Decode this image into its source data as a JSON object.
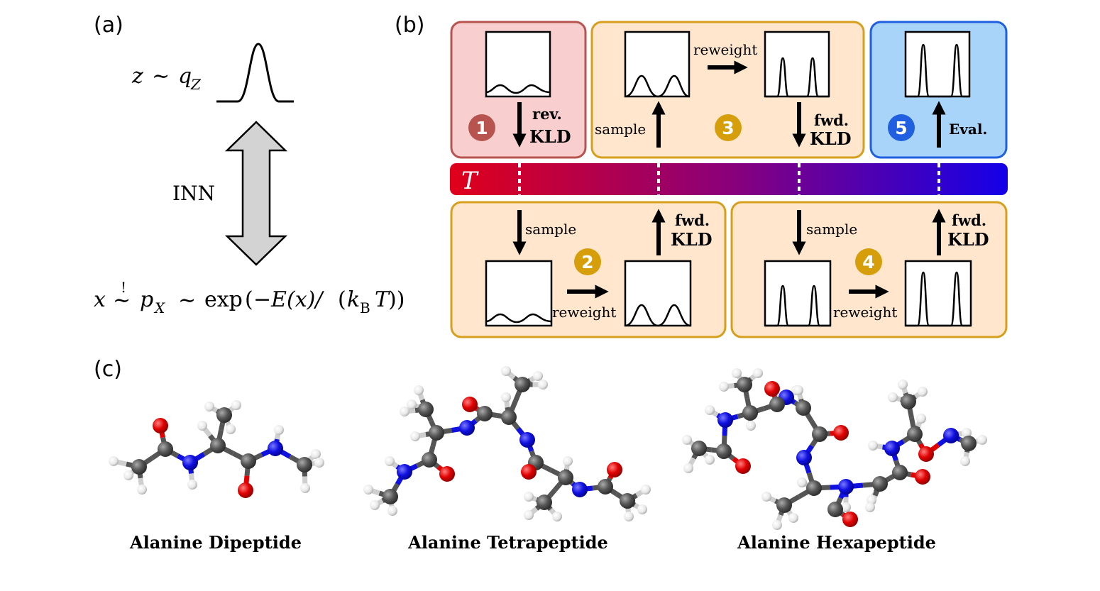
{
  "panel_a": {
    "label": "(a)",
    "z_eq": {
      "var": "z",
      "rel": "∼",
      "q": "q",
      "q_sub": "Z"
    },
    "inn_label": "INN",
    "x_eq": {
      "var": "x",
      "rel_over": "!",
      "rel": "∼",
      "p": "p",
      "p_sub": "X",
      "rel2": "∼",
      "exp": "exp",
      "open": "(",
      "minus": "−",
      "E": "E",
      "x_arg": "(x)/",
      "open2": "(",
      "k": "k",
      "k_sub": "B",
      "T": "T",
      "close": "))"
    }
  },
  "panel_b": {
    "label": "(b)",
    "temperature_symbol": "T",
    "colors": {
      "box1_fill": "#f8cece",
      "box1_border": "#b85450",
      "orange_fill": "#ffe6cc",
      "orange_border": "#d6a01e",
      "blue_fill": "#a8d4fa",
      "blue_border": "#1f5fe0",
      "gradient_start": "#e0001a",
      "gradient_end": "#1400e8",
      "badge1": "#b85450",
      "badge_orange": "#d69e0a",
      "badge5": "#1f5fe0"
    },
    "steps": [
      {
        "num": "1",
        "label_line1": "rev.",
        "label_line2": "KLD"
      },
      {
        "num": "2",
        "sample": "sample",
        "reweight": "reweight",
        "label_line1": "fwd.",
        "label_line2": "KLD"
      },
      {
        "num": "3",
        "sample": "sample",
        "reweight": "reweight",
        "label_line1": "fwd.",
        "label_line2": "KLD"
      },
      {
        "num": "4",
        "sample": "sample",
        "reweight": "reweight",
        "label_line1": "fwd.",
        "label_line2": "KLD"
      },
      {
        "num": "5",
        "label": "Eval."
      }
    ]
  },
  "panel_c": {
    "label": "(c)",
    "molecules": [
      {
        "name": "Alanine Dipeptide"
      },
      {
        "name": "Alanine Tetrapeptide"
      },
      {
        "name": "Alanine Hexapeptide"
      }
    ],
    "atom_colors": {
      "C": "#555555",
      "N": "#1010e0",
      "O": "#e00000",
      "H": "#f2f2f2"
    }
  }
}
